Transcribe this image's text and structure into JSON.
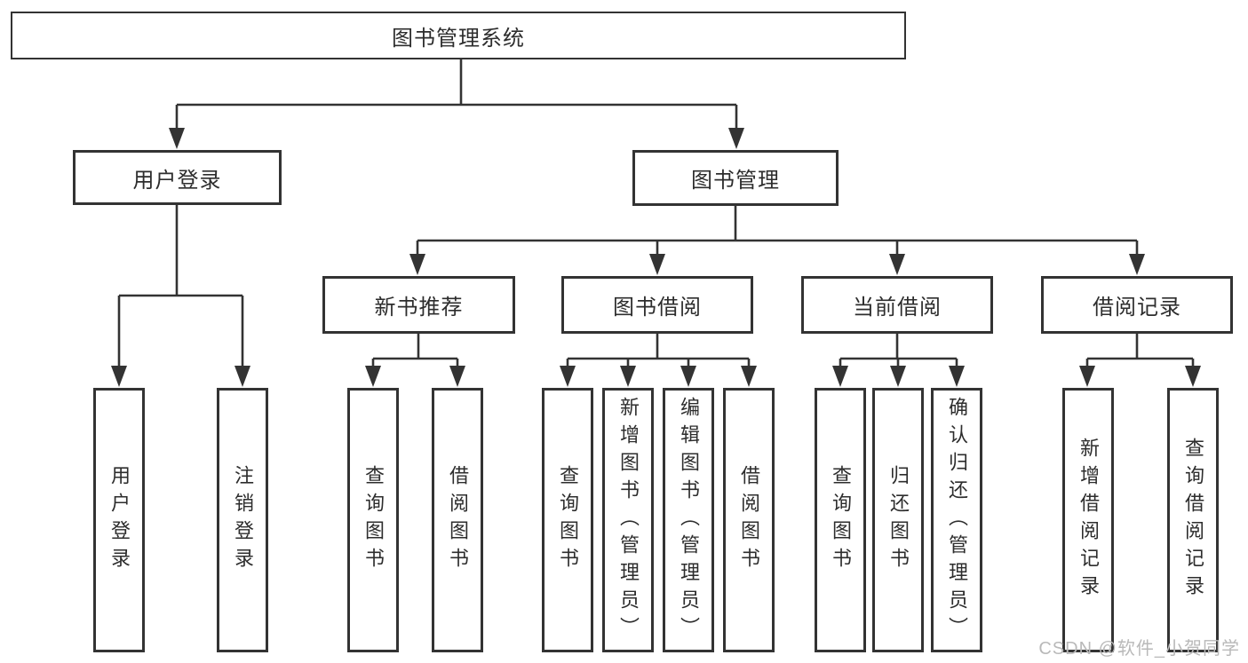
{
  "root": {
    "label": "图书管理系统"
  },
  "user_login": {
    "label": "用户登录",
    "children": [
      {
        "label": "用户登录"
      },
      {
        "label": "注销登录"
      }
    ]
  },
  "book_mgmt": {
    "label": "图书管理"
  },
  "new_books": {
    "label": "新书推荐",
    "children": [
      {
        "label": "查询图书"
      },
      {
        "label": "借阅图书"
      }
    ]
  },
  "book_borrow": {
    "label": "图书借阅",
    "children": [
      {
        "label": "查询图书"
      },
      {
        "label": "新增图书（管理员）"
      },
      {
        "label": "编辑图书（管理员）"
      },
      {
        "label": "借阅图书"
      }
    ]
  },
  "current_borrow": {
    "label": "当前借阅",
    "children": [
      {
        "label": "查询图书"
      },
      {
        "label": "归还图书"
      },
      {
        "label": "确认归还（管理员）"
      }
    ]
  },
  "borrow_records": {
    "label": "借阅记录",
    "children": [
      {
        "label": "新增借阅记录"
      },
      {
        "label": "查询借阅记录"
      }
    ]
  },
  "watermark": "CSDN @软件_小贺同学",
  "colors": {
    "line": "#333333",
    "text": "#2d2d2d",
    "watermark": "#b9b9b9",
    "background": "#ffffff"
  }
}
